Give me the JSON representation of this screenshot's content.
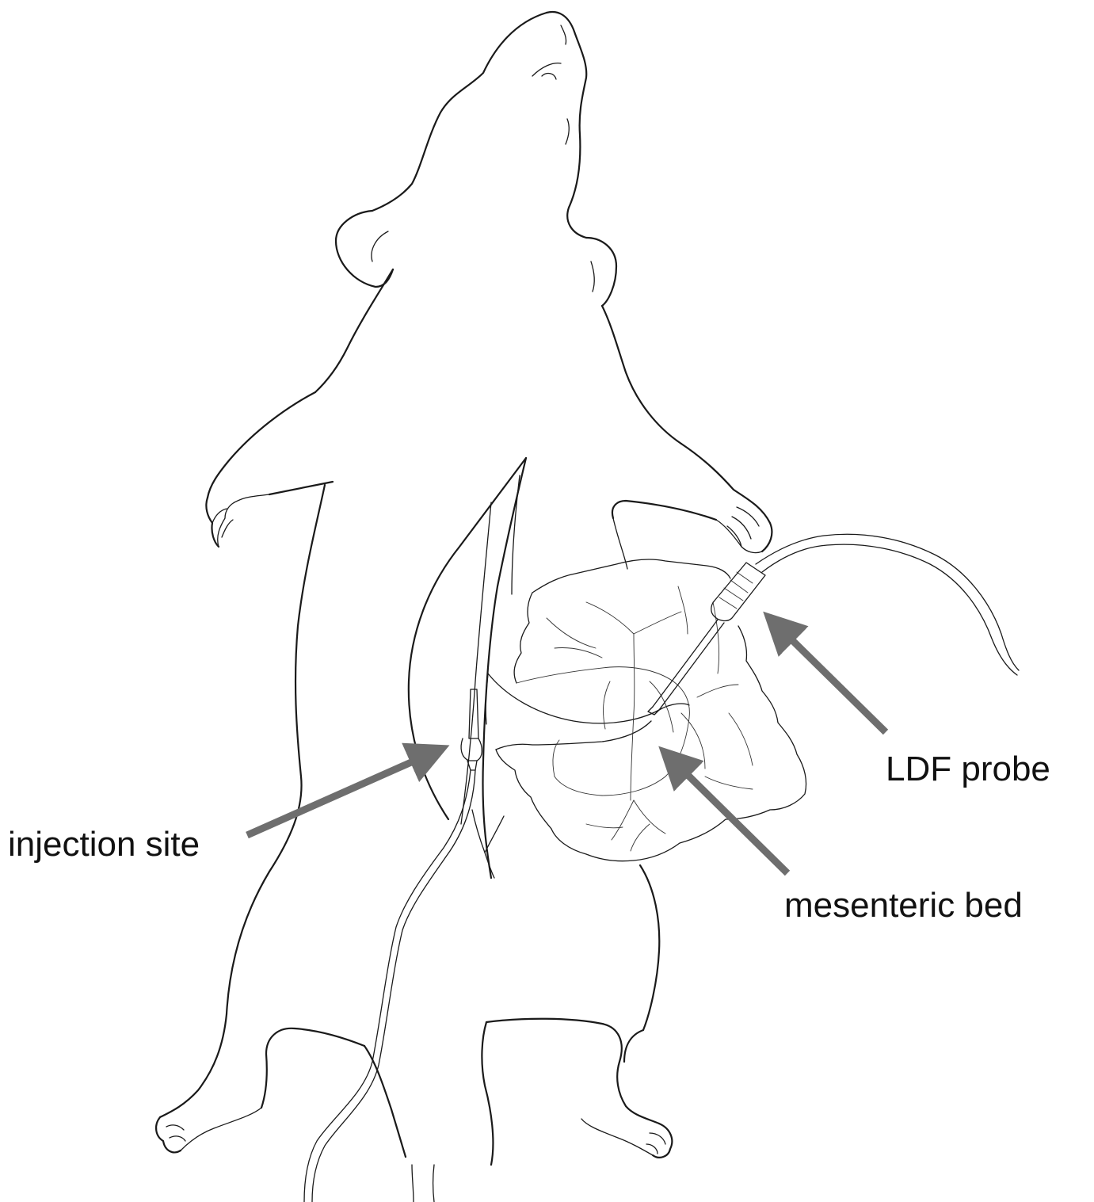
{
  "figure": {
    "subject": "rat, ventral view, abdomen opened",
    "arrow_color": "#6e6e6e",
    "line_color": "#1a1a1a"
  },
  "labels": {
    "injection_site": "injection site",
    "mesenteric_bed": "mesenteric bed",
    "ldf_probe": "LDF probe"
  }
}
